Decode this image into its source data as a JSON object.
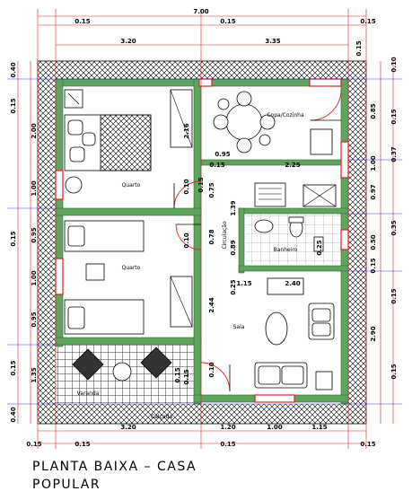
{
  "title_line1": "PLANTA BAIXA – CASA",
  "title_line2": "POPULAR",
  "rooms": {
    "quarto1": "Quarto",
    "quarto2": "Quarto",
    "copa": "Copa/Cozinha",
    "banheiro": "Banheiro",
    "sala": "Sala",
    "varanda": "Varanda",
    "circulacao": "Circulação",
    "calcada": "Calçada"
  },
  "dims": {
    "top_total": "7.00",
    "top_a": "0.15",
    "top_b": "0.15",
    "top_c": "0.15",
    "top_w1": "3.20",
    "top_w2": "3.35",
    "bot_w1": "3.20",
    "bot_w2": "1.20",
    "bot_w3": "1.00",
    "bot_w4": "1.15",
    "bot_a": "0.15",
    "bot_b": "0.15",
    "bot_c": "0.15",
    "bot_d": "0.15",
    "left_1": "0.40",
    "left_2": "0.15",
    "left_3": "2.00",
    "left_4": "1.00",
    "left_5": "0.15",
    "left_6": "0.95",
    "left_7": "1.00",
    "left_8": "0.95",
    "left_9": "0.15",
    "left_10": "1.35",
    "left_11": "0.40",
    "right_1": "0.10",
    "right_2": "0.15",
    "right_3": "0.85",
    "right_4": "1.00",
    "right_5": "0.37",
    "right_6": "0.15",
    "right_7": "0.97",
    "right_8": "0.50",
    "right_9": "0.35",
    "right_10": "0.15",
    "right_11": "2.90",
    "right_12": "0.15",
    "right_13": "0.15",
    "in_216": "2.16",
    "in_010a": "0.10",
    "in_075": "0.75",
    "in_010b": "0.10",
    "in_078": "0.78",
    "in_244": "2.44",
    "in_010c": "0.10",
    "in_015h": "0.15",
    "in_015i": "0.15",
    "in_095": "0.95",
    "in_225": "2.25",
    "in_139": "1.39",
    "in_089": "0.89",
    "in_025": "0.25",
    "in_240": "2.40",
    "in_115": "1.15",
    "in_015r": "0.15",
    "in_015": "0.15",
    "in_025b": "0.25"
  }
}
